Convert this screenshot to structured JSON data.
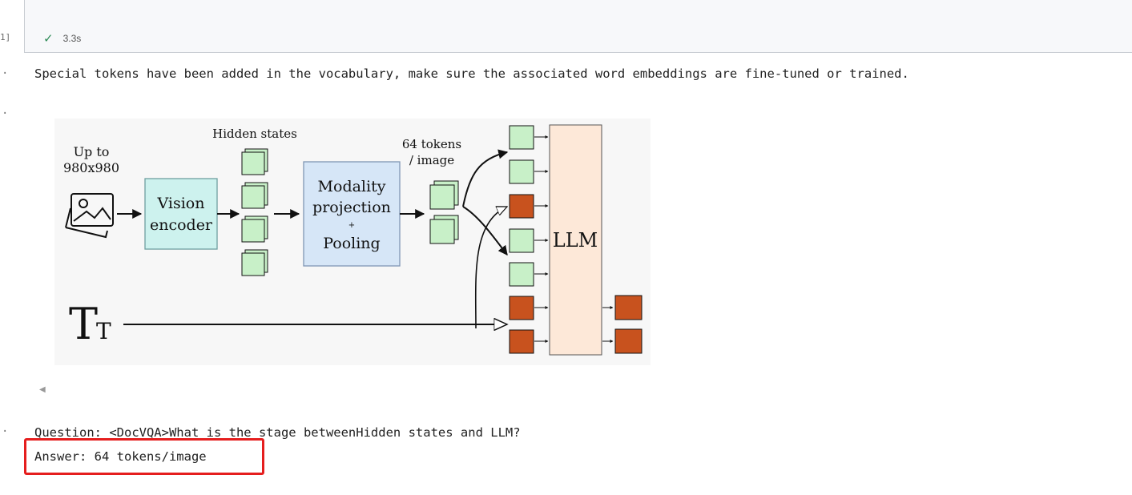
{
  "cell": {
    "exec_count": "1]",
    "duration": "3.3s",
    "status_icon": "check-icon"
  },
  "output": {
    "warning": "Special tokens have been added in the vocabulary, make sure the associated word embeddings are fine-tuned or trained.",
    "question": "Question: <DocVQA>What is the stage betweenHidden states and LLM?",
    "answer": "Answer: 64 tokens/image"
  },
  "figure": {
    "input_label_1": "Up to",
    "input_label_2": "980x980",
    "vision_1": "Vision",
    "vision_2": "encoder",
    "hidden_states": "Hidden states",
    "proj_1": "Modality",
    "proj_2": "projection",
    "proj_3": "+",
    "proj_4": "Pooling",
    "tokens_1": "64 tokens",
    "tokens_2": "/ image",
    "llm": "LLM",
    "text_big": "T",
    "text_small": "T"
  },
  "colors": {
    "highlight": "#e51e1e",
    "green_token": "#c8f0c8",
    "orange_token": "#c8521e",
    "llm_fill": "#fde8d8"
  }
}
